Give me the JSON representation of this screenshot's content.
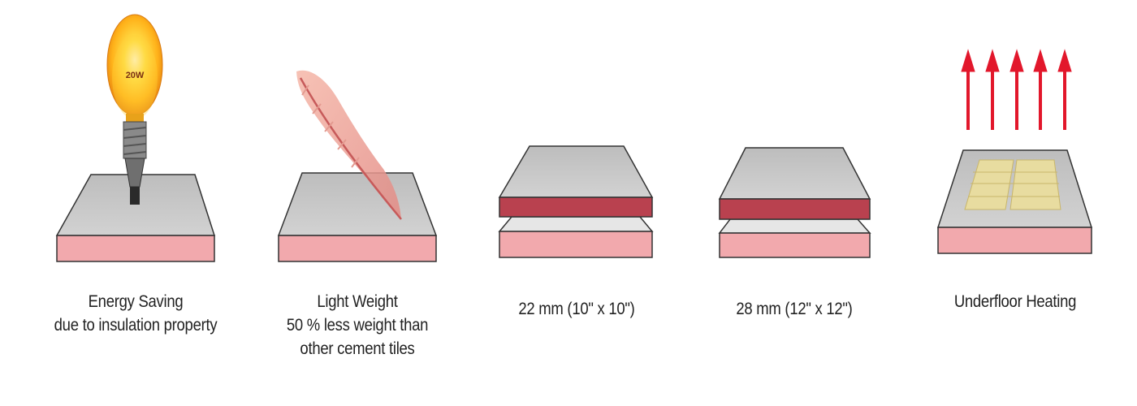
{
  "features": [
    {
      "icon": "light-bulb-icon",
      "lines": [
        "Energy Saving",
        "due to insulation property"
      ],
      "bulb_label": "20W"
    },
    {
      "icon": "feather-icon",
      "lines": [
        "Light Weight",
        "50 % less weight than",
        "other cement tiles"
      ]
    },
    {
      "icon": "stacked-tiles-icon",
      "lines": [
        "22 mm (10\" x 10\")"
      ]
    },
    {
      "icon": "stacked-tiles-icon",
      "lines": [
        "28 mm (12\" x 12\")"
      ]
    },
    {
      "icon": "heated-tile-icon",
      "lines": [
        "Underfloor Heating"
      ]
    }
  ],
  "colors": {
    "tile_top": "#c9c9c9",
    "tile_side": "#f2a9ad",
    "tile_side_dark": "#b9414f",
    "heat_arrow": "#e2172b",
    "heating_element": "#e8dca0",
    "bulb_glow": "#ffc21a"
  }
}
